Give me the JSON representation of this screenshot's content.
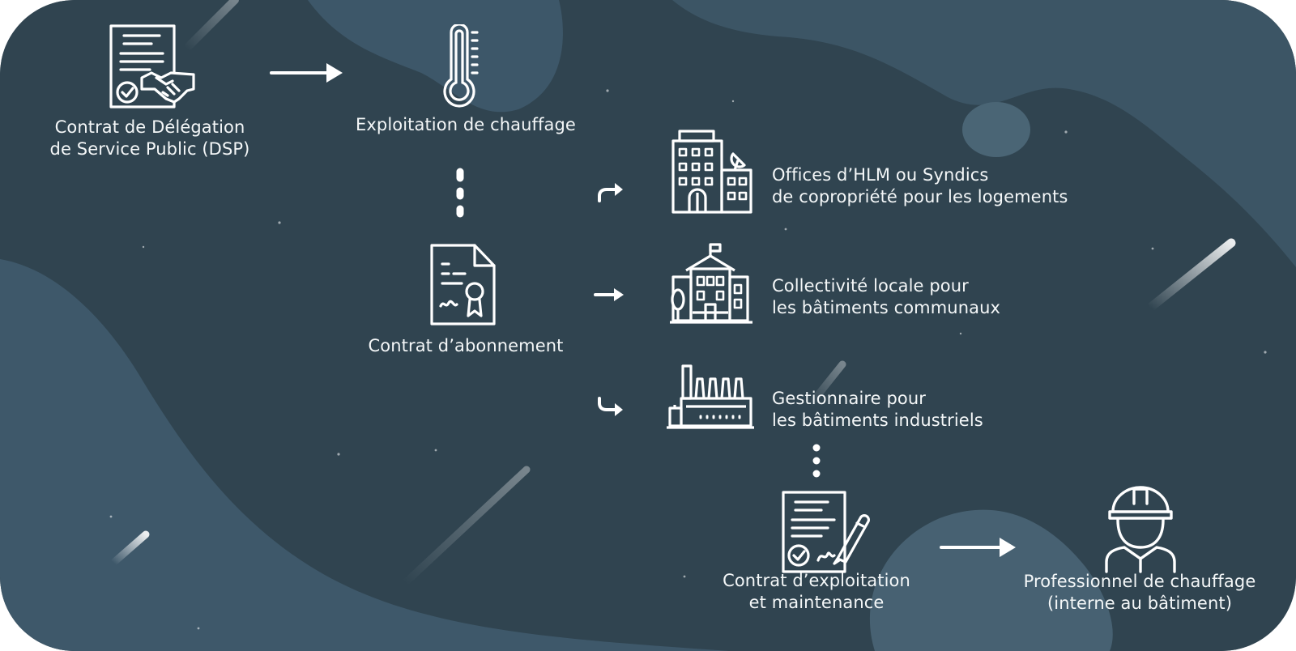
{
  "theme": {
    "background": "#304450",
    "blob_light": "#3f5a6b",
    "blob_dark": "#2b3d48",
    "foreground": "#ffffff"
  },
  "nodes": {
    "dsp": {
      "icon": "contract-handshake-icon",
      "line1": "Contrat de Délégation",
      "line2": "de Service Public (DSP)"
    },
    "heating": {
      "icon": "thermometer-icon",
      "line1": "Exploitation de chauffage"
    },
    "subscription": {
      "icon": "certificate-document-icon",
      "line1": "Contrat d’abonnement"
    },
    "hlm": {
      "icon": "apartment-building-icon",
      "line1": "Offices d’HLM ou Syndics",
      "line2": "de copropriété pour les logements"
    },
    "local_authority": {
      "icon": "town-hall-icon",
      "line1": "Collectivité locale pour",
      "line2": "les bâtiments communaux"
    },
    "industrial": {
      "icon": "factory-icon",
      "line1": "Gestionnaire pour",
      "line2": "les bâtiments industriels"
    },
    "maintenance": {
      "icon": "signed-contract-icon",
      "line1": "Contrat d’exploitation",
      "line2": "et maintenance"
    },
    "professional": {
      "icon": "worker-helmet-icon",
      "line1": "Professionnel de chauffage",
      "line2": "(interne au bâtiment)"
    }
  }
}
